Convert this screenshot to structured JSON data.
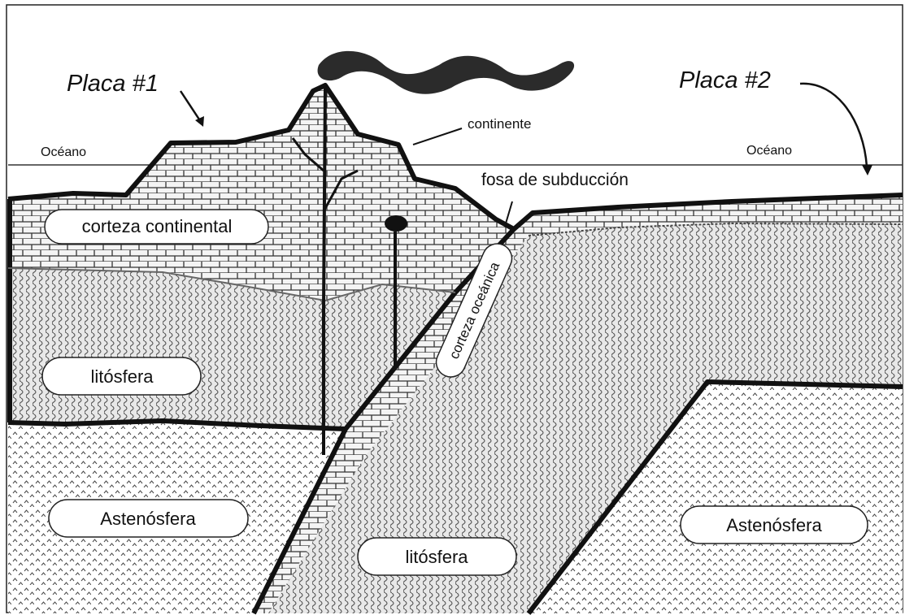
{
  "labels": {
    "plate1": "Placa #1",
    "plate2": "Placa #2",
    "ocean_left": "Océano",
    "ocean_right": "Océano",
    "continent": "continente",
    "trench": "fosa de subducción",
    "continental_crust": "corteza continental",
    "lithosphere_left": "litósfera",
    "oceanic_crust": "corteza oceánica",
    "asthenosphere_left": "Astenósfera",
    "lithosphere_center": "litósfera",
    "asthenosphere_right": "Astenósfera"
  }
}
